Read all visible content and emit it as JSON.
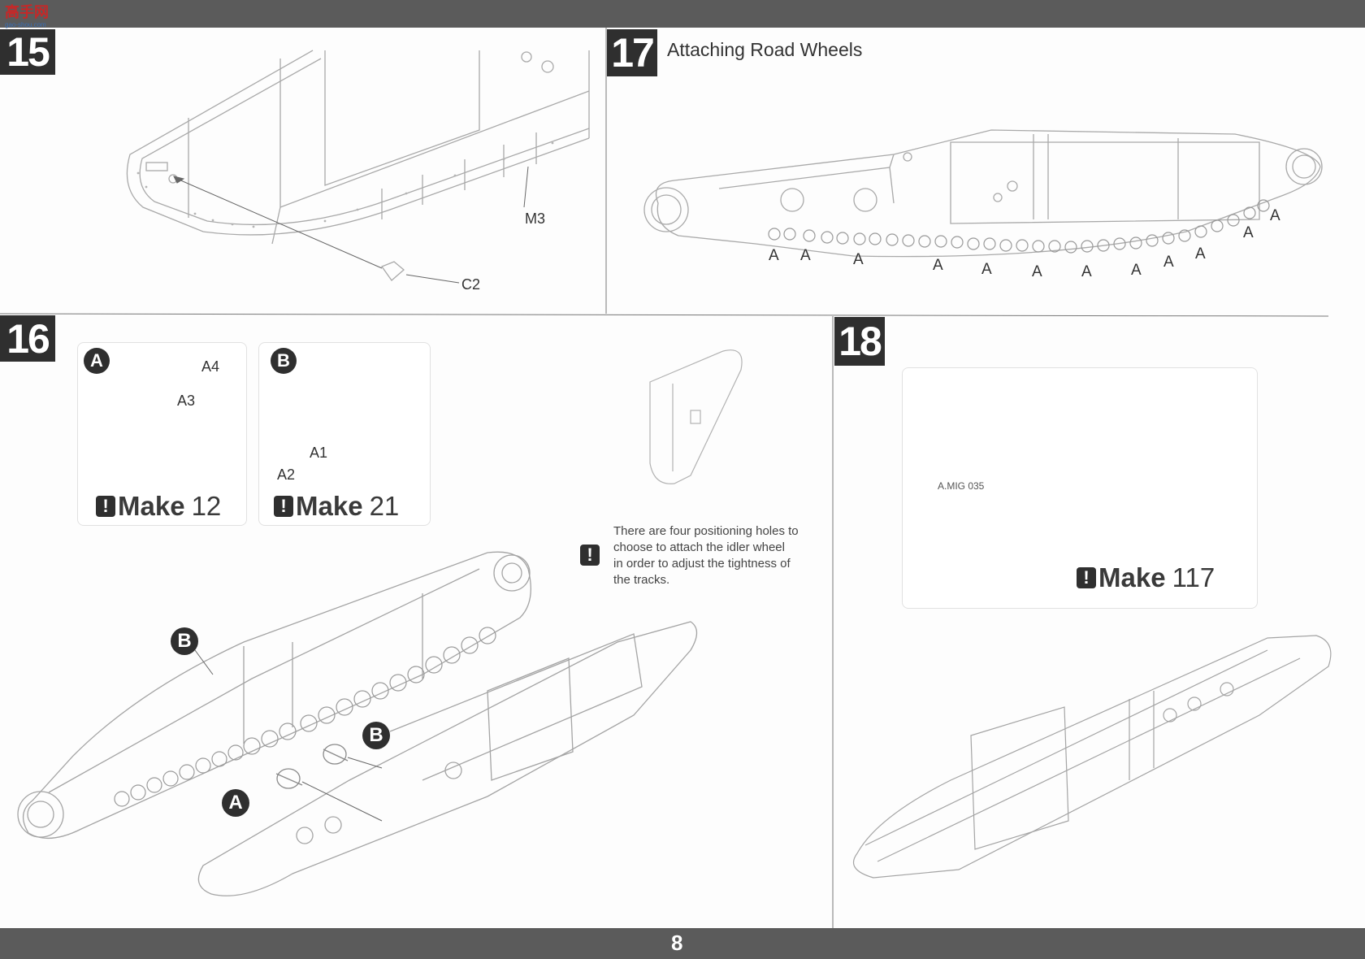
{
  "watermark": {
    "brand": "高手网",
    "url": "gao-shou.com"
  },
  "step15": {
    "number": "15",
    "labels": {
      "m3": "M3",
      "c2": "C2"
    }
  },
  "step17": {
    "number": "17",
    "title": "Attaching Road Wheels",
    "wheel_label": "A"
  },
  "step16": {
    "number": "16",
    "sub_a": {
      "badge": "A",
      "part_top": "A4",
      "part_mid": "A3",
      "make_word": "Make",
      "make_count": "12"
    },
    "sub_b": {
      "badge": "B",
      "part_mid": "A1",
      "part_low": "A2",
      "make_word": "Make",
      "make_count": "21"
    },
    "note": {
      "line1": "There are four positioning holes to",
      "line2": "choose to attach the idler wheel",
      "line3": "in order to adjust the tightness of",
      "line4": "the tracks."
    },
    "callout_a": "A",
    "callout_b1": "B",
    "callout_b2": "B"
  },
  "step18": {
    "number": "18",
    "paint_code": "A.MIG 035",
    "make_word": "Make",
    "make_count": "117"
  },
  "footer": {
    "page_number": "8"
  },
  "colors": {
    "bar": "#5b5b5b",
    "badge": "#2f2f2f",
    "line": "#9a9a9a"
  }
}
